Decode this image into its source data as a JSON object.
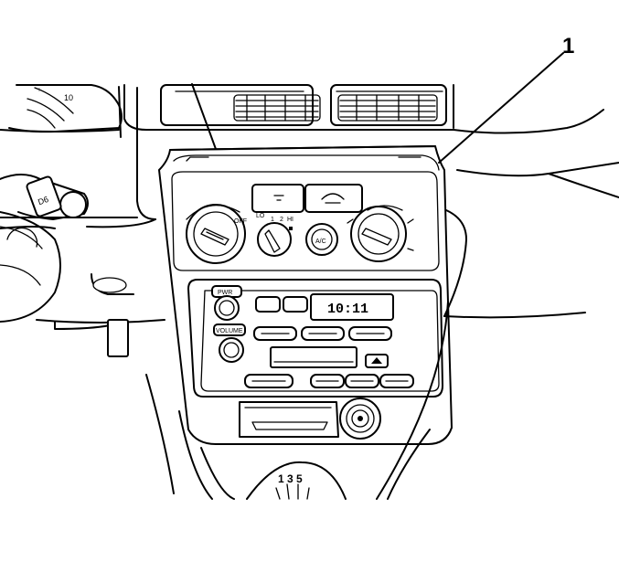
{
  "callout": {
    "number": "1"
  },
  "radio": {
    "clock_display": "10:11",
    "button_labels": [
      "PWR",
      "VOLUME"
    ]
  },
  "climate": {
    "ac_label": "A/C",
    "mode_labels": [
      "OFF",
      "LO",
      "1",
      "2",
      "HI"
    ]
  },
  "gauge": {
    "partial_label": "10"
  },
  "shifter": {
    "gear_pattern": "1 3 5"
  },
  "stalk": {
    "label": "D6"
  }
}
